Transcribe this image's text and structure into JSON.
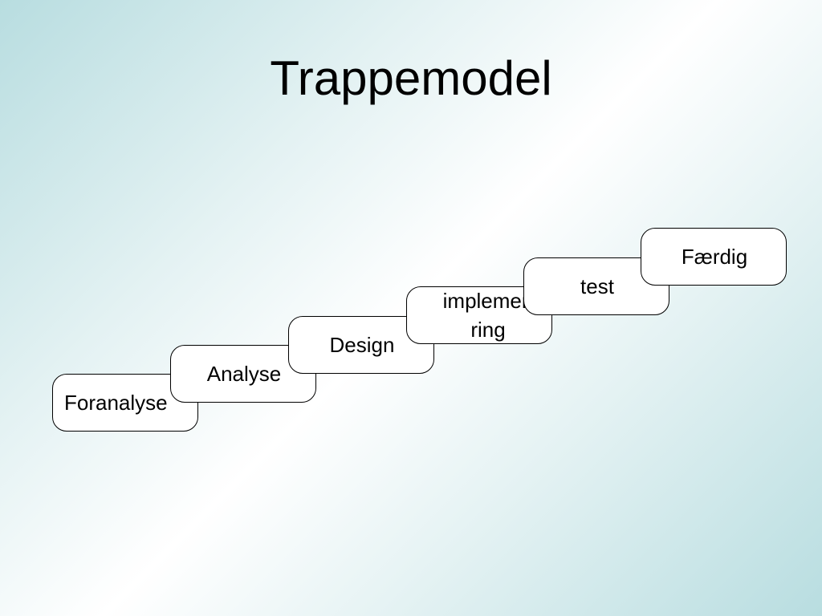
{
  "slide": {
    "title": "Trappemodel"
  },
  "steps": [
    {
      "label": "Foranalyse"
    },
    {
      "label": "Analyse"
    },
    {
      "label": "Design"
    },
    {
      "label": "implemen\nring"
    },
    {
      "label": "test"
    },
    {
      "label": "Færdig"
    }
  ],
  "colors": {
    "background_edge": "#b8dde0",
    "background_center": "#ffffff",
    "box_fill": "#ffffff",
    "box_border": "#000000"
  }
}
